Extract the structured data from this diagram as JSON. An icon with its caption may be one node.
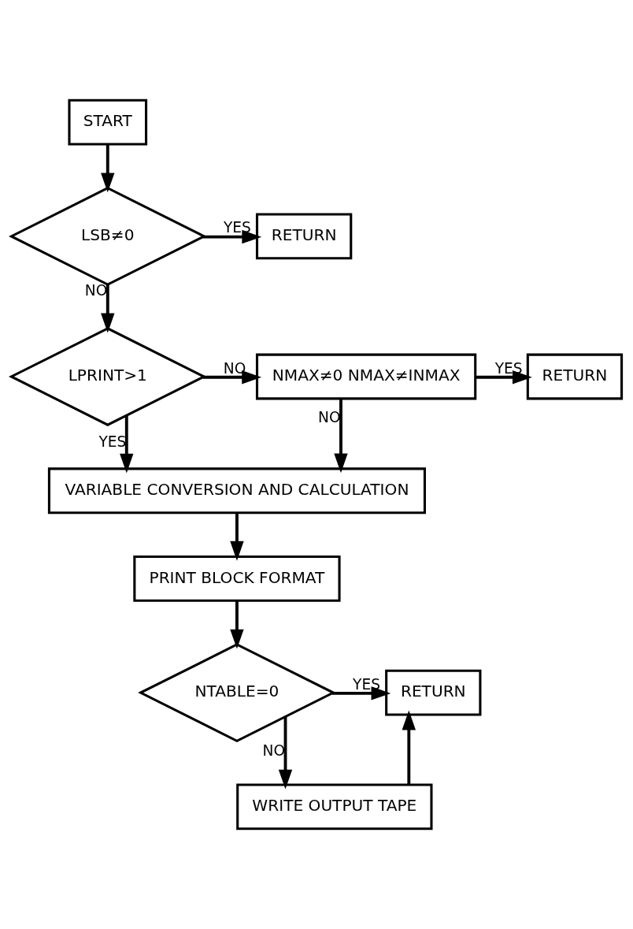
{
  "diagram": {
    "nodes": [
      {
        "text": [
          "START"
        ]
      },
      {
        "text": [
          "LSB≠0"
        ]
      },
      {
        "text": [
          "RETURN"
        ]
      },
      {
        "text": [
          "LPRINT>1"
        ]
      },
      {
        "text": [
          "NMAX≠0 NMAX≠INMAX"
        ]
      },
      {
        "text": [
          "RETURN"
        ]
      },
      {
        "text": [
          "VARIABLE CONVERSION AND CALCULATION"
        ]
      },
      {
        "text": [
          "PRINT BLOCK FORMAT"
        ]
      },
      {
        "text": [
          "NTABLE=0"
        ]
      },
      {
        "text": [
          "RETURN"
        ]
      },
      {
        "text": [
          "WRITE OUTPUT TAPE"
        ]
      }
    ],
    "edges": [
      {
        "from": 0,
        "to": 1,
        "arrow": "to"
      },
      {
        "from": 1,
        "to": 2,
        "arrow": "to",
        "label": "YES"
      },
      {
        "from": 1,
        "to": 3,
        "arrow": "to",
        "label": "NO"
      },
      {
        "from": 3,
        "to": 4,
        "arrow": "to",
        "label": "NO"
      },
      {
        "from": 4,
        "to": 5,
        "arrow": "to",
        "label": "YES"
      },
      {
        "from": 4,
        "to": 6,
        "arrow": "to",
        "label": "NO"
      },
      {
        "from": 3,
        "to": 6,
        "arrow": "to",
        "label": "YES"
      },
      {
        "from": 6,
        "to": 7,
        "arrow": "to"
      },
      {
        "from": 7,
        "to": 8,
        "arrow": "to"
      },
      {
        "from": 8,
        "to": 9,
        "arrow": "to",
        "label": "YES"
      },
      {
        "from": 8,
        "to": 10,
        "arrow": "to",
        "label": "NO"
      },
      {
        "from": 10,
        "to": 9,
        "arrow": "to"
      }
    ]
  }
}
